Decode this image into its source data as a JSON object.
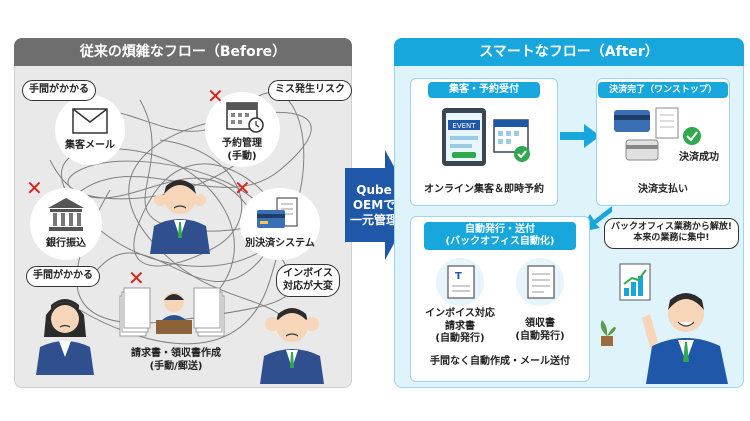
{
  "left": {
    "title": "従来の煩雑なフロー（Before）",
    "bubble_tl": "手間がかかる",
    "bubble_tr": "ミス発生リスク",
    "bubble_bl": "手間がかかる",
    "bubble_br": "インボイス\n対応が大変",
    "item_mail": "集客メール",
    "item_booking": "予約管理\n(手動)",
    "item_bank": "銀行振込",
    "item_payment": "別決済システム",
    "item_invoice": "請求書・領収書作成\n(手動/郵送)"
  },
  "center": {
    "label": "Qube\nOEMで\n一元管理"
  },
  "right": {
    "title": "スマートなフロー（After）",
    "step1_title": "集客・予約受付",
    "step1_caption": "オンライン集客＆即時予約",
    "event_badge": "EVENT",
    "step2_title": "決済完了（ワンストップ）",
    "step2_success": "決済成功",
    "step2_caption": "決済支払い",
    "step3_title": "自動発行・送付\n(バックオフィス自動化)",
    "doc1_label": "インボイス対応\n請求書\n(自動発行)",
    "doc2_label": "領収書\n(自動発行)",
    "step3_caption": "手間なく自動作成・メール送付",
    "speech": "バックオフィス業務から解放!\n本来の業務に集中!"
  },
  "colors": {
    "accent": "#17a7dc",
    "gray_head": "#6e6e6e",
    "cross": "#d8261f",
    "check": "#2fa84f"
  }
}
